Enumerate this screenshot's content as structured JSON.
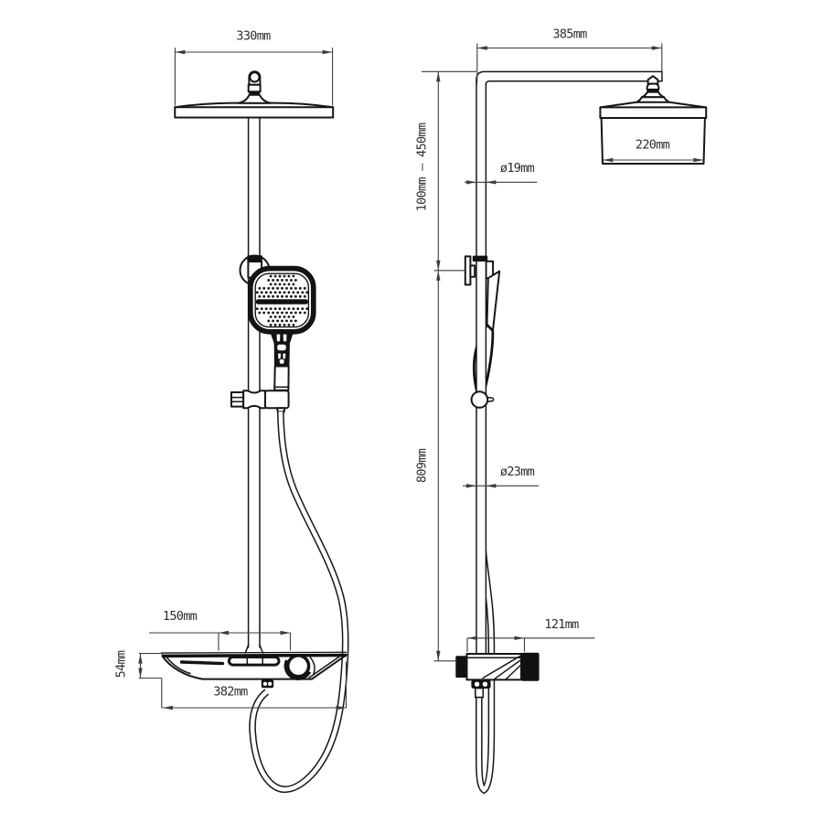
{
  "diagram": {
    "type": "technical-dimension-drawing",
    "subject": "thermostatic shower column with rain head, hand shower and shelf mixer valve",
    "unit": "mm",
    "line_color": "#161616",
    "dimension_color": "#3c3c3c",
    "background": "#ffffff",
    "front_view": {
      "dimensions": {
        "head_width": "330mm",
        "hand_shower_offset": "150mm",
        "valve_body_height": "54mm",
        "valve_body_width": "382mm"
      }
    },
    "side_view": {
      "dimensions": {
        "arm_length": "385mm",
        "height_adjust_range": "100mm — 450mm",
        "riser_pipe_diameter": "ø19mm",
        "head_depth": "220mm",
        "column_height": "809mm",
        "column_pipe_diameter": "ø23mm",
        "valve_depth": "121mm"
      }
    }
  }
}
